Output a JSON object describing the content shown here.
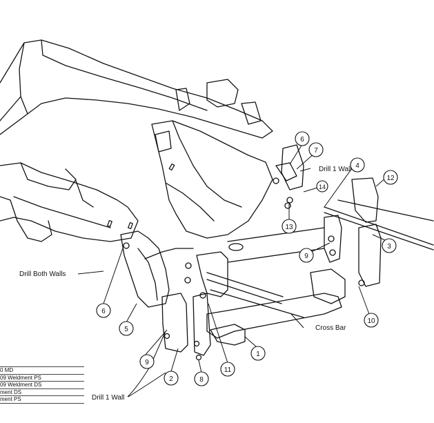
{
  "diagram": {
    "callouts": [
      "1",
      "2",
      "3",
      "4",
      "5",
      "6",
      "6",
      "7",
      "8",
      "9",
      "9",
      "10",
      "11",
      "12",
      "13",
      "14"
    ],
    "labels": {
      "drill_both_walls": "Drill Both Walls",
      "drill_1_wall_top": "Drill 1 Wall",
      "drill_1_wall_bottom": "Drill 1 Wall",
      "cross_bar": "Cross Bar"
    }
  },
  "parts_table": {
    "rows": [
      "0 MD",
      "09 Weldment PS",
      "09 Weldment DS",
      "ment DS",
      "ment PS"
    ]
  }
}
